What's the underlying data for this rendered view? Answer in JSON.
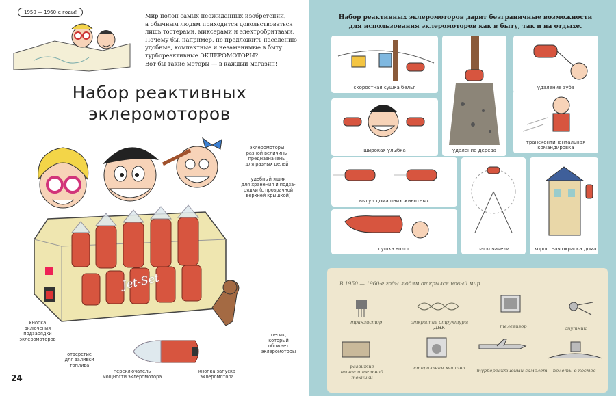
{
  "left_page": {
    "bubble": "1950 — 1960-е годы!",
    "intro_lines": [
      "Мир полон самых неожиданных изобретений,",
      "а обычным людям приходится довольствоваться",
      "лишь тостерами, миксерами и электробритвами.",
      "Почему бы, например, не предложить населению",
      "удобные, компактные и незаменимые в быту",
      "турбореактивные ЭКЛЕРОМОТОРЫ?",
      "Вот бы такие моторы — в каждый магазин!"
    ],
    "title_line1": "Набор реактивных",
    "title_line2": "эклеромоторов",
    "box_brand": "Jet-Set",
    "labels": {
      "motors": [
        "эклеромоторы",
        "разной величины",
        "предназначены",
        "для разных целей"
      ],
      "box": [
        "удобный ящик",
        "для хранения и подза-",
        "рядки (с прозрачной",
        "верхней крышкой)"
      ],
      "charge_button": [
        "кнопка",
        "включения",
        "подзарядки",
        "эклеромоторов"
      ],
      "fuel": [
        "отверстие",
        "для заливки",
        "топлива"
      ],
      "power_switch": [
        "переключатель",
        "мощности эклеромотора"
      ],
      "start_button": [
        "кнопка запуска",
        "эклеромотора"
      ],
      "dog": [
        "песик,",
        "который",
        "обожает",
        "эклеромоторы"
      ]
    },
    "page_number": "24"
  },
  "right_page": {
    "heading_line1": "Набор реактивных эклеромоторов дарит безграничные возможности",
    "heading_line2": "для использования эклеромоторов как в быту, так и на отдыхе.",
    "uses": [
      "скоростная сушка белья",
      "удаление дерева",
      "удаление зуба",
      "широкая улыбка",
      "трансконтинентальная командировка",
      "выгул домашних животных",
      "раскочачели",
      "скоростная окраска дома",
      "сушка волос"
    ],
    "history": {
      "title": "В 1950 — 1960-е годы людям открылся новый мир.",
      "items": [
        "транзистор",
        "открытие структуры ДНК",
        "телевизор",
        "спутник",
        "развитие вычислительной техники",
        "стиральная машина",
        "турбореактивный самолёт",
        "полёты в космос"
      ]
    }
  },
  "colors": {
    "right_bg": "#a9d2d6",
    "motor_red": "#d7553f",
    "box_cream": "#efe6b0",
    "parchment": "#efe7cf"
  }
}
